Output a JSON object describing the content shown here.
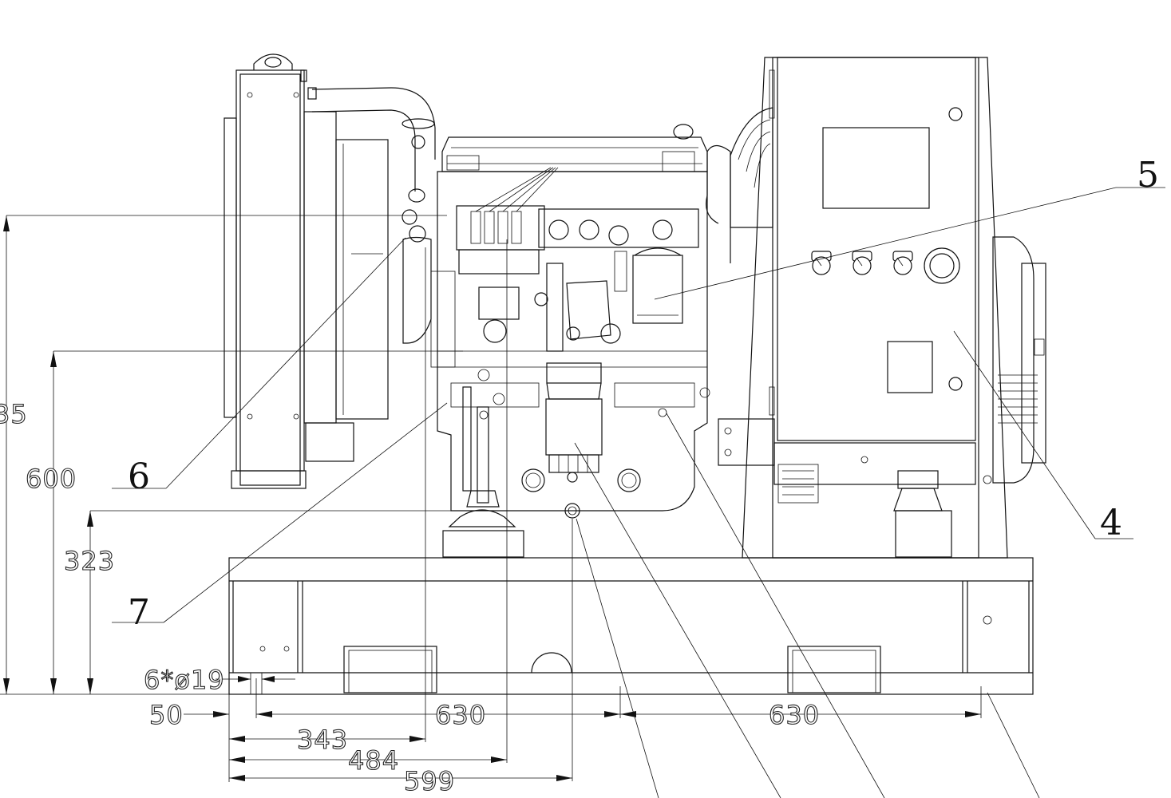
{
  "dimensions": {
    "overall_height_partial": "35",
    "height_600": "600",
    "height_323": "323",
    "hole_spec": "6*ø19",
    "offset_50": "50",
    "spacing_1": "630",
    "spacing_2": "630",
    "width_343": "343",
    "width_484": "484",
    "width_599": "599"
  },
  "callouts": {
    "c4": "4",
    "c5": "5",
    "c6": "6",
    "c7": "7"
  }
}
